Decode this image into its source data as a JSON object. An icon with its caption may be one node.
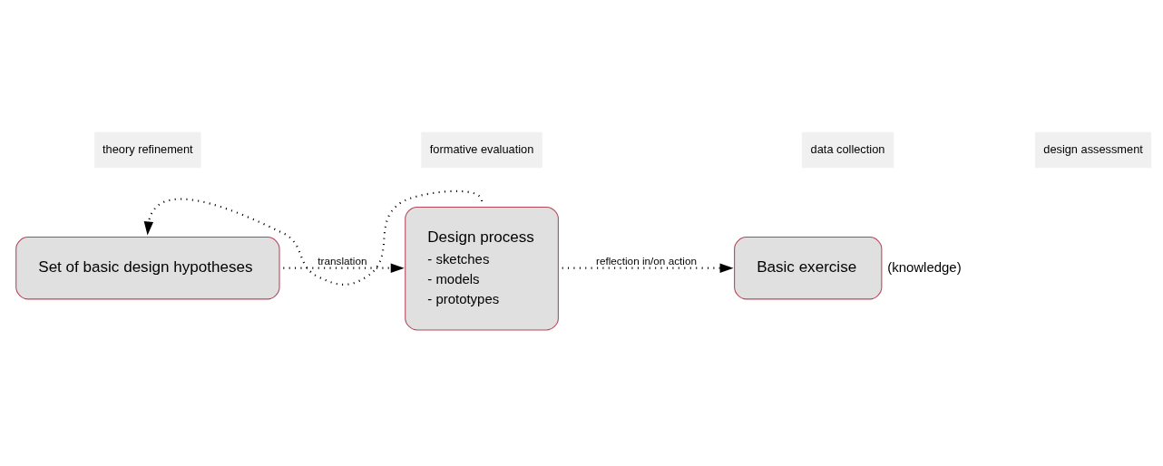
{
  "diagram": {
    "nodes": [
      {
        "text": [
          "Set of basic design hypotheses"
        ]
      },
      {
        "text": [
          "Design process",
          "- sketches",
          "- models",
          "- prototypes"
        ]
      },
      {
        "text": [
          "Basic exercise"
        ],
        "beside": [
          "(knowledge)"
        ]
      }
    ],
    "edges": [
      {
        "from": 0,
        "to": 1,
        "arrow": "to",
        "label": "translation"
      },
      {
        "from": 1,
        "to": 2,
        "arrow": "to",
        "label": "reflection in/on action"
      },
      {
        "from": 1,
        "to": 0,
        "arrow": "to"
      }
    ],
    "labels": [
      "theory refinement",
      "formative evaluation",
      "data collection",
      "design assessment"
    ]
  }
}
